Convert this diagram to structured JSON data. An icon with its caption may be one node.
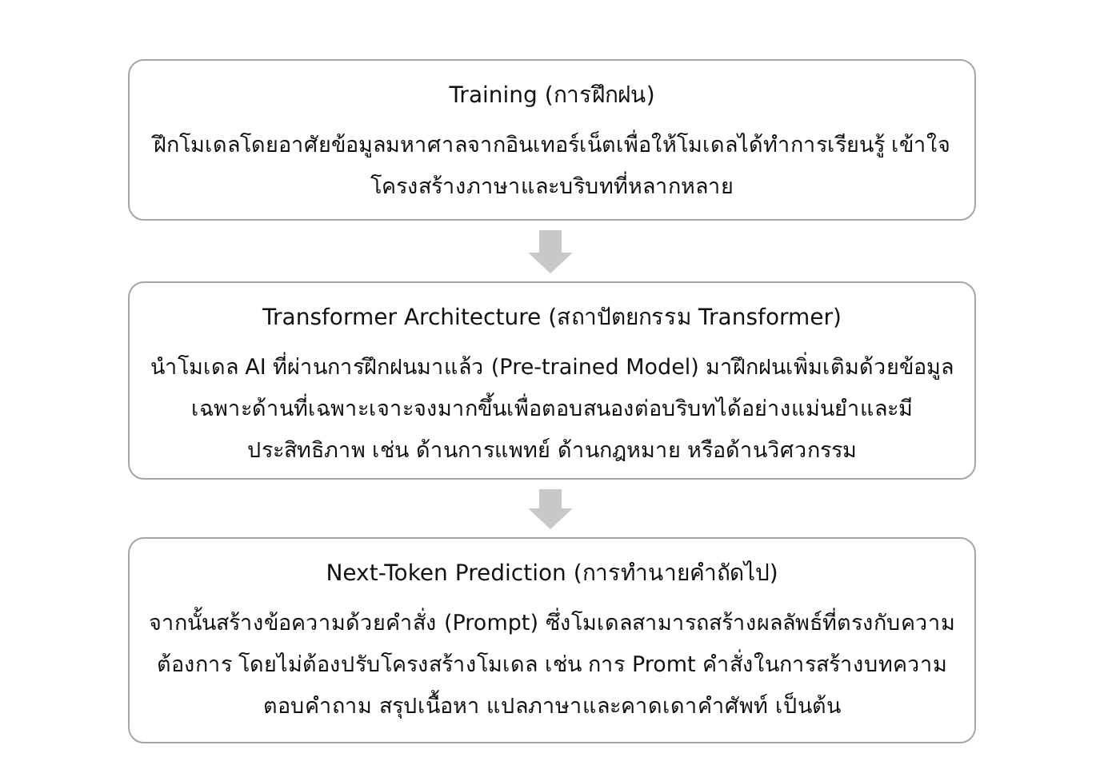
{
  "diagram": {
    "nodes": [
      {
        "text": [
          "Training (การฝึกฝน)",
          "ฝึกโมเดลโดยอาศัยข้อมูลมหาศาลจากอินเทอร์เน็ตเพื่อให้โมเดลได้ทำการเรียนรู้ เข้าใจโครงสร้างภาษาและบริบทที่หลากหลาย"
        ]
      },
      {
        "text": [
          "Transformer Architecture (สถาปัตยกรรม Transformer)",
          "นำโมเดล AI ที่ผ่านการฝึกฝนมาแล้ว (Pre-trained Model) มาฝึกฝนเพิ่มเติมด้วยข้อมูลเฉพาะด้านที่เฉพาะเจาะจงมากขึ้นเพื่อตอบสนองต่อบริบทได้อย่างแม่นยำและมีประสิทธิภาพ เช่น ด้านการแพทย์ ด้านกฎหมาย หรือด้านวิศวกรรม"
        ]
      },
      {
        "text": [
          "Next-Token Prediction (การทำนายคำถัดไป)",
          "จากนั้นสร้างข้อความด้วยคำสั่ง (Prompt) ซึ่งโมเดลสามารถสร้างผลลัพธ์ที่ตรงกับความต้องการ โดยไม่ต้องปรับโครงสร้างโมเดล เช่น การ Promt คำสั่งในการสร้างบทความตอบคำถาม สรุปเนื้อหา แปลภาษาและคาดเดาคำศัพท์ เป็นต้น"
        ]
      }
    ],
    "edges": [
      {
        "from": 0,
        "to": 1,
        "arrow": "to"
      },
      {
        "from": 1,
        "to": 2,
        "arrow": "to"
      }
    ]
  }
}
